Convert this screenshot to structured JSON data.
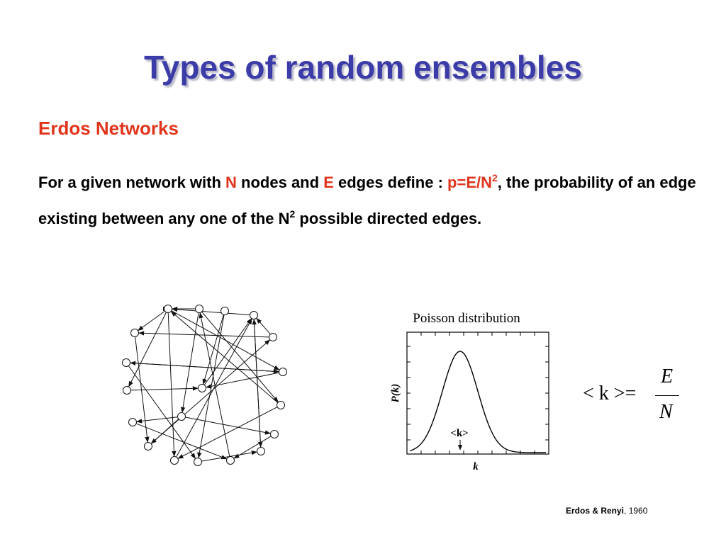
{
  "title": "Types of random ensembles",
  "subtitle": "Erdos Networks",
  "paragraph": {
    "t1": "For a given network with ",
    "n": "N",
    "t2": " nodes and ",
    "e": "E",
    "t3": " edges define : ",
    "p_def": "p=E/N",
    "p_exp": "2",
    "t4": ", the probability of an edge existing between any one of the N",
    "n_exp": "2",
    "t5": " possible directed edges."
  },
  "poisson": {
    "title": "Poisson distribution",
    "ylabel": "P(k)",
    "xlabel": "k",
    "annotation": "<k>"
  },
  "formula": {
    "lhs": "< k >=",
    "numerator": "E",
    "denominator": "N"
  },
  "citation": {
    "authors": "Erdos & Renyi",
    "year": ", 1960"
  },
  "colors": {
    "title": "#3c3ca8",
    "highlight": "#e0341c"
  }
}
